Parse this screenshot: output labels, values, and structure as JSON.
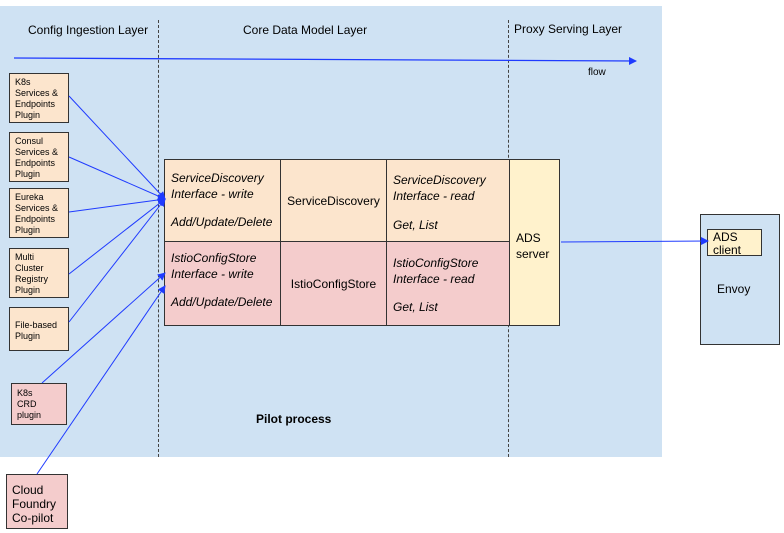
{
  "layers": {
    "config_ingestion": "Config Ingestion Layer",
    "core_data_model": "Core Data Model Layer",
    "proxy_serving": "Proxy Serving Layer"
  },
  "flow_label": "flow",
  "plugins": [
    {
      "id": "k8s-services",
      "lines": [
        "K8s",
        "Services &",
        "Endpoints",
        "Plugin"
      ]
    },
    {
      "id": "consul",
      "lines": [
        "Consul",
        "Services &",
        "Endpoints",
        "Plugin"
      ]
    },
    {
      "id": "eureka",
      "lines": [
        "Eureka",
        "Services &",
        "Endpoints",
        "Plugin"
      ]
    },
    {
      "id": "multi-cluster",
      "lines": [
        "Multi",
        "Cluster",
        "Registry",
        "Plugin"
      ]
    },
    {
      "id": "file-based",
      "lines": [
        "File-based",
        "Plugin"
      ]
    },
    {
      "id": "k8s-crd",
      "lines": [
        "K8s",
        "CRD",
        "plugin"
      ]
    }
  ],
  "cloud_foundry": [
    "Cloud",
    "Foundry",
    "Co-pilot"
  ],
  "service_discovery": {
    "write_lines": [
      "ServiceDiscovery",
      "Interface - write"
    ],
    "write_ops": "Add/Update/Delete",
    "name": "ServiceDiscovery",
    "read_lines": [
      "ServiceDiscovery",
      "Interface - read"
    ],
    "read_ops": "Get, List"
  },
  "config_store": {
    "write_lines": [
      "IstioConfigStore",
      "Interface - write"
    ],
    "write_ops": "Add/Update/Delete",
    "name": "IstioConfigStore",
    "read_lines": [
      "IstioConfigStore",
      "Interface - read"
    ],
    "read_ops": "Get, List"
  },
  "ads_server": [
    "ADS",
    "server"
  ],
  "ads_client": [
    "ADS",
    "client"
  ],
  "envoy": "Envoy",
  "pilot_process": "Pilot process",
  "colors": {
    "layer_bg": "#cfe2f3",
    "peach": "#fce5cd",
    "pink": "#f4cccc",
    "yellow": "#fff2cc",
    "arrow": "#1f3bff"
  }
}
